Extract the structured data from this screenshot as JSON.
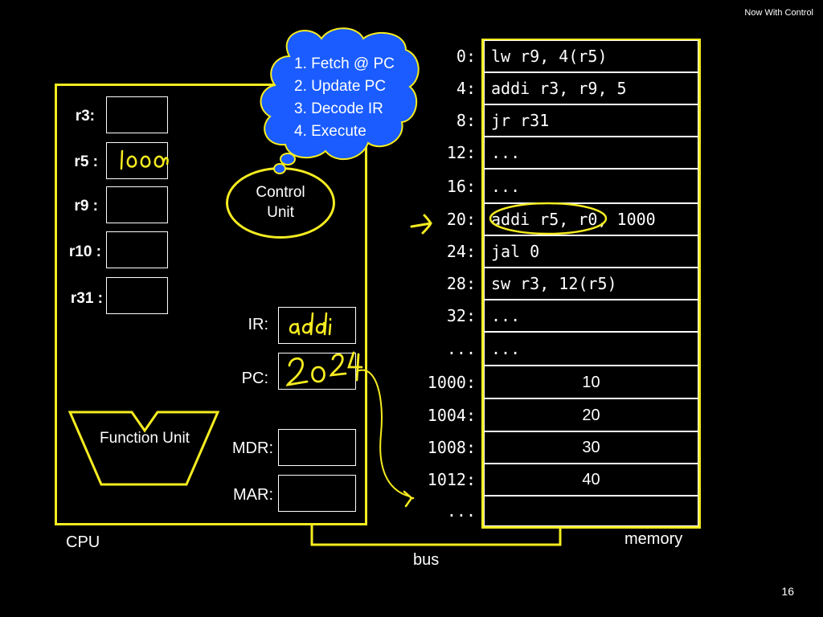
{
  "slide": {
    "title": "Now With Control",
    "page_number": "16"
  },
  "cpu": {
    "label": "CPU",
    "registers": [
      {
        "label": "r3:",
        "value": ""
      },
      {
        "label": "r5 :",
        "value": "1000"
      },
      {
        "label": "r9 :",
        "value": ""
      },
      {
        "label": "r10 :",
        "value": ""
      },
      {
        "label": "r31 :",
        "value": ""
      }
    ],
    "special": [
      {
        "label": "IR:",
        "value": "addi"
      },
      {
        "label": "PC:",
        "value": "2024"
      },
      {
        "label": "MDR:",
        "value": ""
      },
      {
        "label": "MAR:",
        "value": ""
      }
    ],
    "control_unit": [
      "Control",
      "Unit"
    ],
    "function_unit": "Function Unit"
  },
  "thought_bubble": [
    "1. Fetch @ PC",
    "2. Update PC",
    "3. Decode IR",
    "4. Execute"
  ],
  "memory": {
    "label": "memory",
    "rows": [
      {
        "addr": "0:",
        "content": "lw r9, 4(r5)"
      },
      {
        "addr": "4:",
        "content": "addi r3, r9, 5"
      },
      {
        "addr": "8:",
        "content": "jr r31"
      },
      {
        "addr": "12:",
        "content": "..."
      },
      {
        "addr": "16:",
        "content": "..."
      },
      {
        "addr": "20:",
        "content": "addi r5, r0, 1000"
      },
      {
        "addr": "24:",
        "content": "jal 0"
      },
      {
        "addr": "28:",
        "content": "sw r3, 12(r5)"
      },
      {
        "addr": "32:",
        "content": "..."
      },
      {
        "addr": "...",
        "content": "..."
      },
      {
        "addr": "1000:",
        "content": "10"
      },
      {
        "addr": "1004:",
        "content": "20"
      },
      {
        "addr": "1008:",
        "content": "30"
      },
      {
        "addr": "1012:",
        "content": "40"
      },
      {
        "addr": "...",
        "content": ""
      }
    ]
  },
  "bus": {
    "label": "bus"
  },
  "colors": {
    "yellow": "#f5ec20",
    "cloud": "#1a5cff",
    "background": "#000000"
  }
}
